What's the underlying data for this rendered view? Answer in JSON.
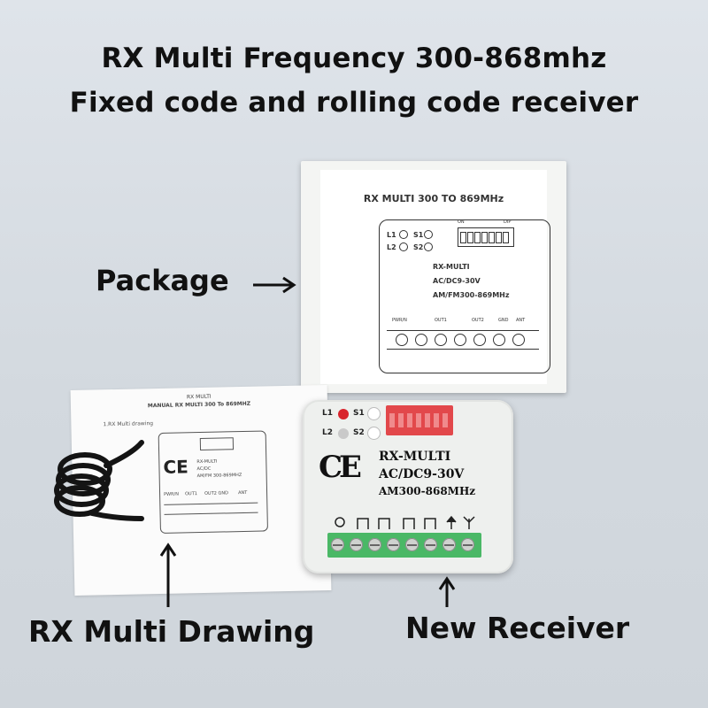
{
  "headline": {
    "line1": "RX Multi Frequency 300-868mhz",
    "line2": "Fixed code and rolling code receiver"
  },
  "labels": {
    "package": "Package",
    "drawing": "RX Multi Drawing",
    "receiver": "New Receiver"
  },
  "package_box": {
    "title": "RX MULTI 300 TO 869MHz",
    "model": "RX-MULTI",
    "power": "AC/DC9-30V",
    "freq": "AM/FM300-869MHz",
    "led1": "L1",
    "led2": "L2",
    "s1": "S1",
    "s2": "S2",
    "on": "ON",
    "dip": "DIP",
    "term_pwr": "PWR/N",
    "term_out1": "OUT1",
    "term_out2": "OUT2",
    "term_gnd": "GND",
    "term_ant": "ANT"
  },
  "manual": {
    "header": "RX MULTI",
    "title": "MANUAL RX MULTI 300 To 869MHZ",
    "section": "1.RX Multi drawing",
    "model": "RX-MULTI",
    "power": "AC/DC",
    "freq": "AM/FM 300-869MHZ",
    "pwr": "PWR/N",
    "out1": "OUT1",
    "out2gnd": "OUT2 GND",
    "ant": "ANT"
  },
  "receiver_device": {
    "led1": "L1",
    "led2": "L2",
    "s1": "S1",
    "s2": "S2",
    "model": "RX-MULTI",
    "power": "AC/DC9-30V",
    "freq": "AM300-868MHz",
    "mark": "CE"
  },
  "colors": {
    "background": "#d7dde3",
    "led_red": "#d8242c",
    "led_gray": "#c9c9c9",
    "dip_red": "#e2484b",
    "terminal_green": "#4ab866"
  }
}
